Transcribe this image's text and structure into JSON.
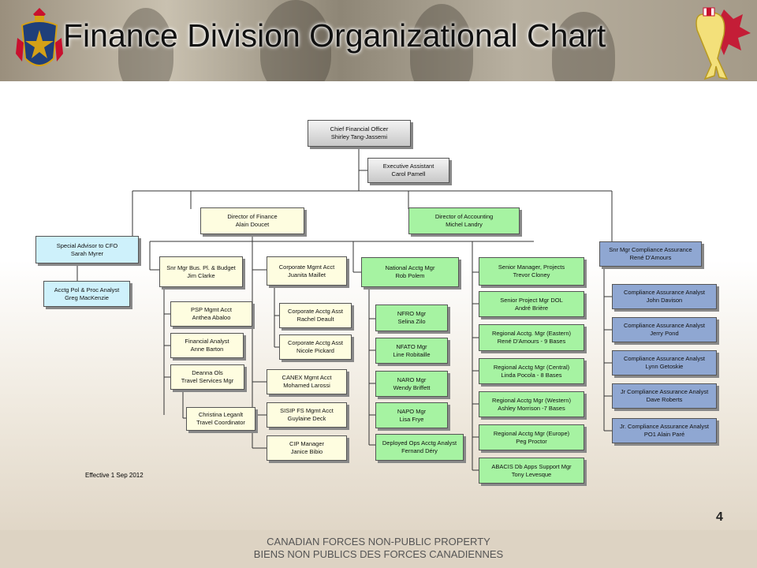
{
  "header": {
    "title": "Finance Division Organizational Chart",
    "crest_icon": "cf-crest-icon",
    "ribbon_icon": "yellow-ribbon-icon"
  },
  "chart": {
    "cfo": {
      "title": "Chief Financial Officer",
      "name": "Shirley Tang-Jassemi"
    },
    "exec_asst": {
      "title": "Executive Assistant",
      "name": "Carol Pamell"
    },
    "dir_finance": {
      "title": "Director of Finance",
      "name": "Alain Doucet"
    },
    "dir_accounting": {
      "title": "Director of Accounting",
      "name": "Michel Landry"
    },
    "special_advisor": {
      "title": "Special Advisor to CFO",
      "name": "Sarah Myrer"
    },
    "acctg_pol": {
      "title": "Acctg Pol & Proc Analyst",
      "name": "Greg MacKenzie"
    },
    "snr_mgr_bus": {
      "title": "Snr Mgr Bus. Pl. & Budget",
      "name": "Jim Clarke"
    },
    "psp_mgmt": {
      "title": "PSP Mgmt Acct",
      "name": "Anthea Abaloo"
    },
    "fin_analyst": {
      "title": "Financial Analyst",
      "name": "Anne Barton"
    },
    "travel_mgr": {
      "title": "Deanna Ols",
      "name": "Travel Services Mgr"
    },
    "travel_coord": {
      "title": "Christina Leganlt",
      "name": "Travel Coordinator"
    },
    "corp_mgmt": {
      "title": "Corporate Mgmt Acct",
      "name": "Juanita Maillet"
    },
    "corp_asst1": {
      "title": "Corporate Acctg Asst",
      "name": "Rachel Deault"
    },
    "corp_asst2": {
      "title": "Corporate Acctg Asst",
      "name": "Nicole Pickard"
    },
    "canex": {
      "title": "CANEX Mgmt Acct",
      "name": "Mohamed Larossi"
    },
    "sisip": {
      "title": "SISIP FS Mgmt Acct",
      "name": "Guylaine Deck"
    },
    "cip": {
      "title": "CIP Manager",
      "name": "Janice Bibio"
    },
    "natl_acctg": {
      "title": "National Acctg Mgr",
      "name": "Rob Polem"
    },
    "nfro": {
      "title": "NFRO Mgr",
      "name": "Selina Zilo"
    },
    "nfato": {
      "title": "NFATO Mgr",
      "name": "Line Robitaille"
    },
    "naro": {
      "title": "NARO Mgr",
      "name": "Wendy Briffett"
    },
    "napo": {
      "title": "NAPO Mgr",
      "name": "Lisa Frye"
    },
    "deployed": {
      "title": "Deployed Ops Acctg Analyst",
      "name": "Fernand Déry"
    },
    "snr_proj": {
      "title": "Senior Manager, Projects",
      "name": "Trevor Cloney"
    },
    "snr_proj_dol": {
      "title": "Senior Project Mgr DOL",
      "name": "André Brière"
    },
    "reg_eastern": {
      "title": "Regional Acctg. Mgr (Eastern)",
      "name": "René D'Amours - 9 Bases"
    },
    "reg_central": {
      "title": "Regional Acctg Mgr (Central)",
      "name": "Linda Pocola - 8 Bases"
    },
    "reg_western": {
      "title": "Regional Acctg Mgr (Western)",
      "name": "Ashley Morrison -7 Bases"
    },
    "reg_europe": {
      "title": "Regional Acctg Mgr (Europe)",
      "name": "Peg Proctor"
    },
    "abacis": {
      "title": "ABACIS Db Apps Support Mgr",
      "name": "Tony Levesque"
    },
    "snr_compliance": {
      "title": "Snr Mgr Compliance Assurance",
      "name": "René D'Amours"
    },
    "comp1": {
      "title": "Compliance Assurance Analyst",
      "name": "John Davison"
    },
    "comp2": {
      "title": "Compliance Assurance Analyst",
      "name": "Jerry Pond"
    },
    "comp3": {
      "title": "Compliance Assurance Analyst",
      "name": "Lynn Getoskie"
    },
    "comp4": {
      "title": "Jr Compliance Assurance Analyst",
      "name": "Dave Roberts"
    },
    "comp5": {
      "title": "Jr. Compliance Assurance Analyst",
      "name": "PO1 Alain Paré"
    }
  },
  "effective": "Effective 1 Sep 2012",
  "page_number": "4",
  "footer": {
    "line1": "CANADIAN FORCES NON-PUBLIC PROPERTY",
    "line2": "BIENS NON PUBLICS DES FORCES CANADIENNES"
  }
}
